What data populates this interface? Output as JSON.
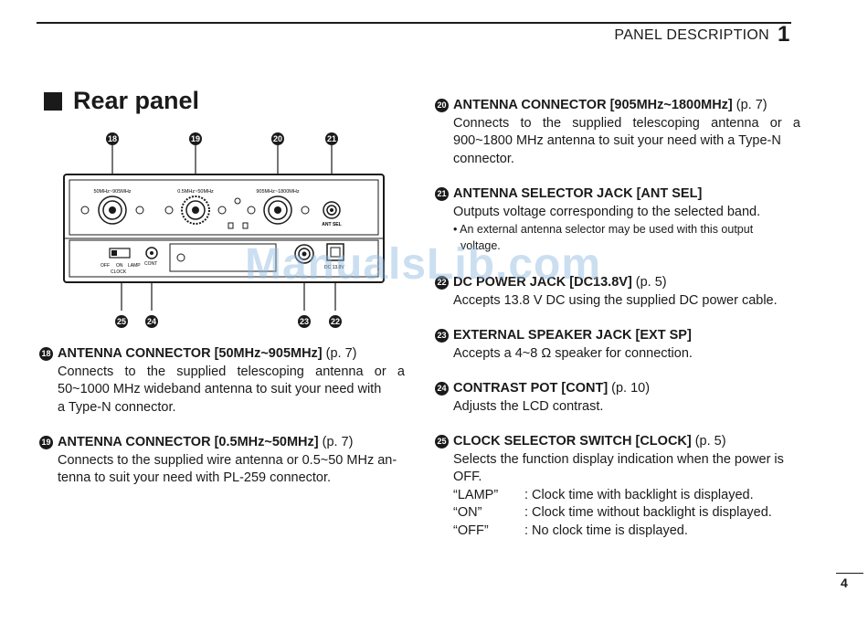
{
  "header": {
    "title": "PANEL DESCRIPTION",
    "chapter": "1"
  },
  "section": {
    "title": "Rear panel"
  },
  "diagram": {
    "labels": {
      "ant1": "50MHz~905MHz",
      "ant2": "0.5MHz~50MHz",
      "ant3": "905MHz~1800MHz",
      "antsel": "ANT SEL",
      "clock_off": "OFF",
      "clock_on": "ON",
      "clock_lamp": "LAMP",
      "clock": "CLOCK",
      "cont": "CONT",
      "dc": "DC 13.8V"
    },
    "callouts": [
      "18",
      "19",
      "20",
      "21",
      "25",
      "24",
      "23",
      "22"
    ]
  },
  "entries": {
    "e18": {
      "num": "18",
      "title": "ANTENNA CONNECTOR [50MHz~905MHz]",
      "page": "(p. 7)",
      "lines": [
        "Connects to the supplied telescoping antenna or a",
        "50~1000 MHz wideband antenna to suit your need with",
        "a Type-N connector."
      ]
    },
    "e19": {
      "num": "19",
      "title": "ANTENNA CONNECTOR [0.5MHz~50MHz]",
      "page": "(p. 7)",
      "lines": [
        "Connects to the supplied wire antenna or 0.5~50 MHz an-",
        "tenna to suit your need with PL-259 connector."
      ]
    },
    "e20": {
      "num": "20",
      "title": "ANTENNA CONNECTOR [905MHz~1800MHz]",
      "page": "(p. 7)",
      "lines": [
        "Connects to the supplied telescoping antenna or a",
        "900~1800 MHz antenna to suit your need with a Type-N",
        "connector."
      ]
    },
    "e21": {
      "num": "21",
      "title": "ANTENNA SELECTOR JACK [ANT SEL]",
      "page": "",
      "lines": [
        "Outputs voltage corresponding to the selected band."
      ],
      "note": [
        "• An external antenna selector may be used with this output",
        "voltage."
      ]
    },
    "e22": {
      "num": "22",
      "title": "DC POWER JACK [DC13.8V]",
      "page": "(p. 5)",
      "lines": [
        "Accepts 13.8 V DC using the supplied DC power cable."
      ]
    },
    "e23": {
      "num": "23",
      "title": "EXTERNAL SPEAKER JACK [EXT SP]",
      "page": "",
      "lines": [
        "Accepts a 4~8 Ω speaker for connection."
      ]
    },
    "e24": {
      "num": "24",
      "title": "CONTRAST POT [CONT]",
      "page": "(p. 10)",
      "lines": [
        "Adjusts the LCD contrast."
      ]
    },
    "e25": {
      "num": "25",
      "title": "CLOCK SELECTOR SWITCH [CLOCK]",
      "page": "(p. 5)",
      "lines": [
        "Selects the function display indication when the power is",
        "OFF."
      ],
      "options": [
        {
          "key": "“LAMP”",
          "desc": ": Clock time with backlight is displayed."
        },
        {
          "key": "“ON”",
          "desc": ": Clock time without backlight is displayed."
        },
        {
          "key": "“OFF”",
          "desc": ": No clock time is displayed."
        }
      ]
    }
  },
  "watermark": "ManualsLib.com",
  "page_number": "4"
}
